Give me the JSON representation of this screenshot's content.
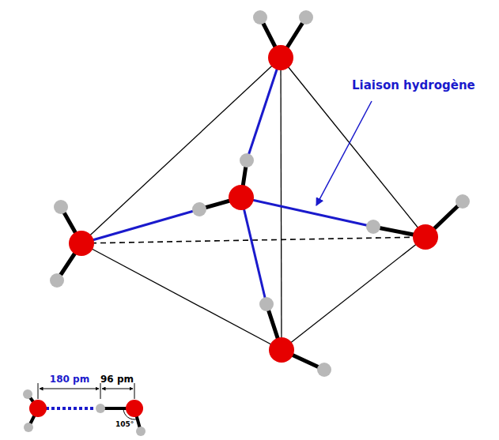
{
  "diagram": {
    "labels": [
      "Liaison hydrogène",
      "180 pm",
      "96 pm",
      "105°"
    ]
  }
}
